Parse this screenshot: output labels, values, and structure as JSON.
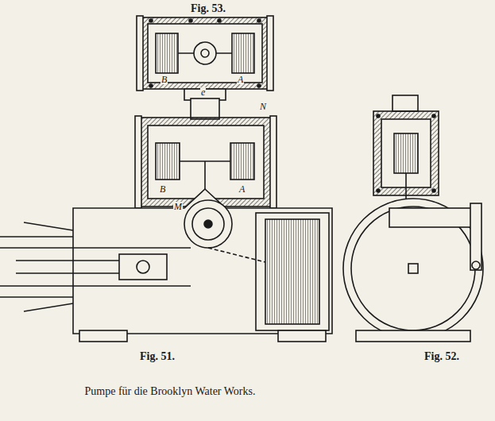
{
  "diagram": {
    "caption": "Pumpe für die Brooklyn Water Works.",
    "labels": [
      "Fig. 53.",
      "Fig. 51.",
      "Fig. 52.",
      "B",
      "A",
      "e",
      "N",
      "M",
      "B",
      "A"
    ]
  }
}
